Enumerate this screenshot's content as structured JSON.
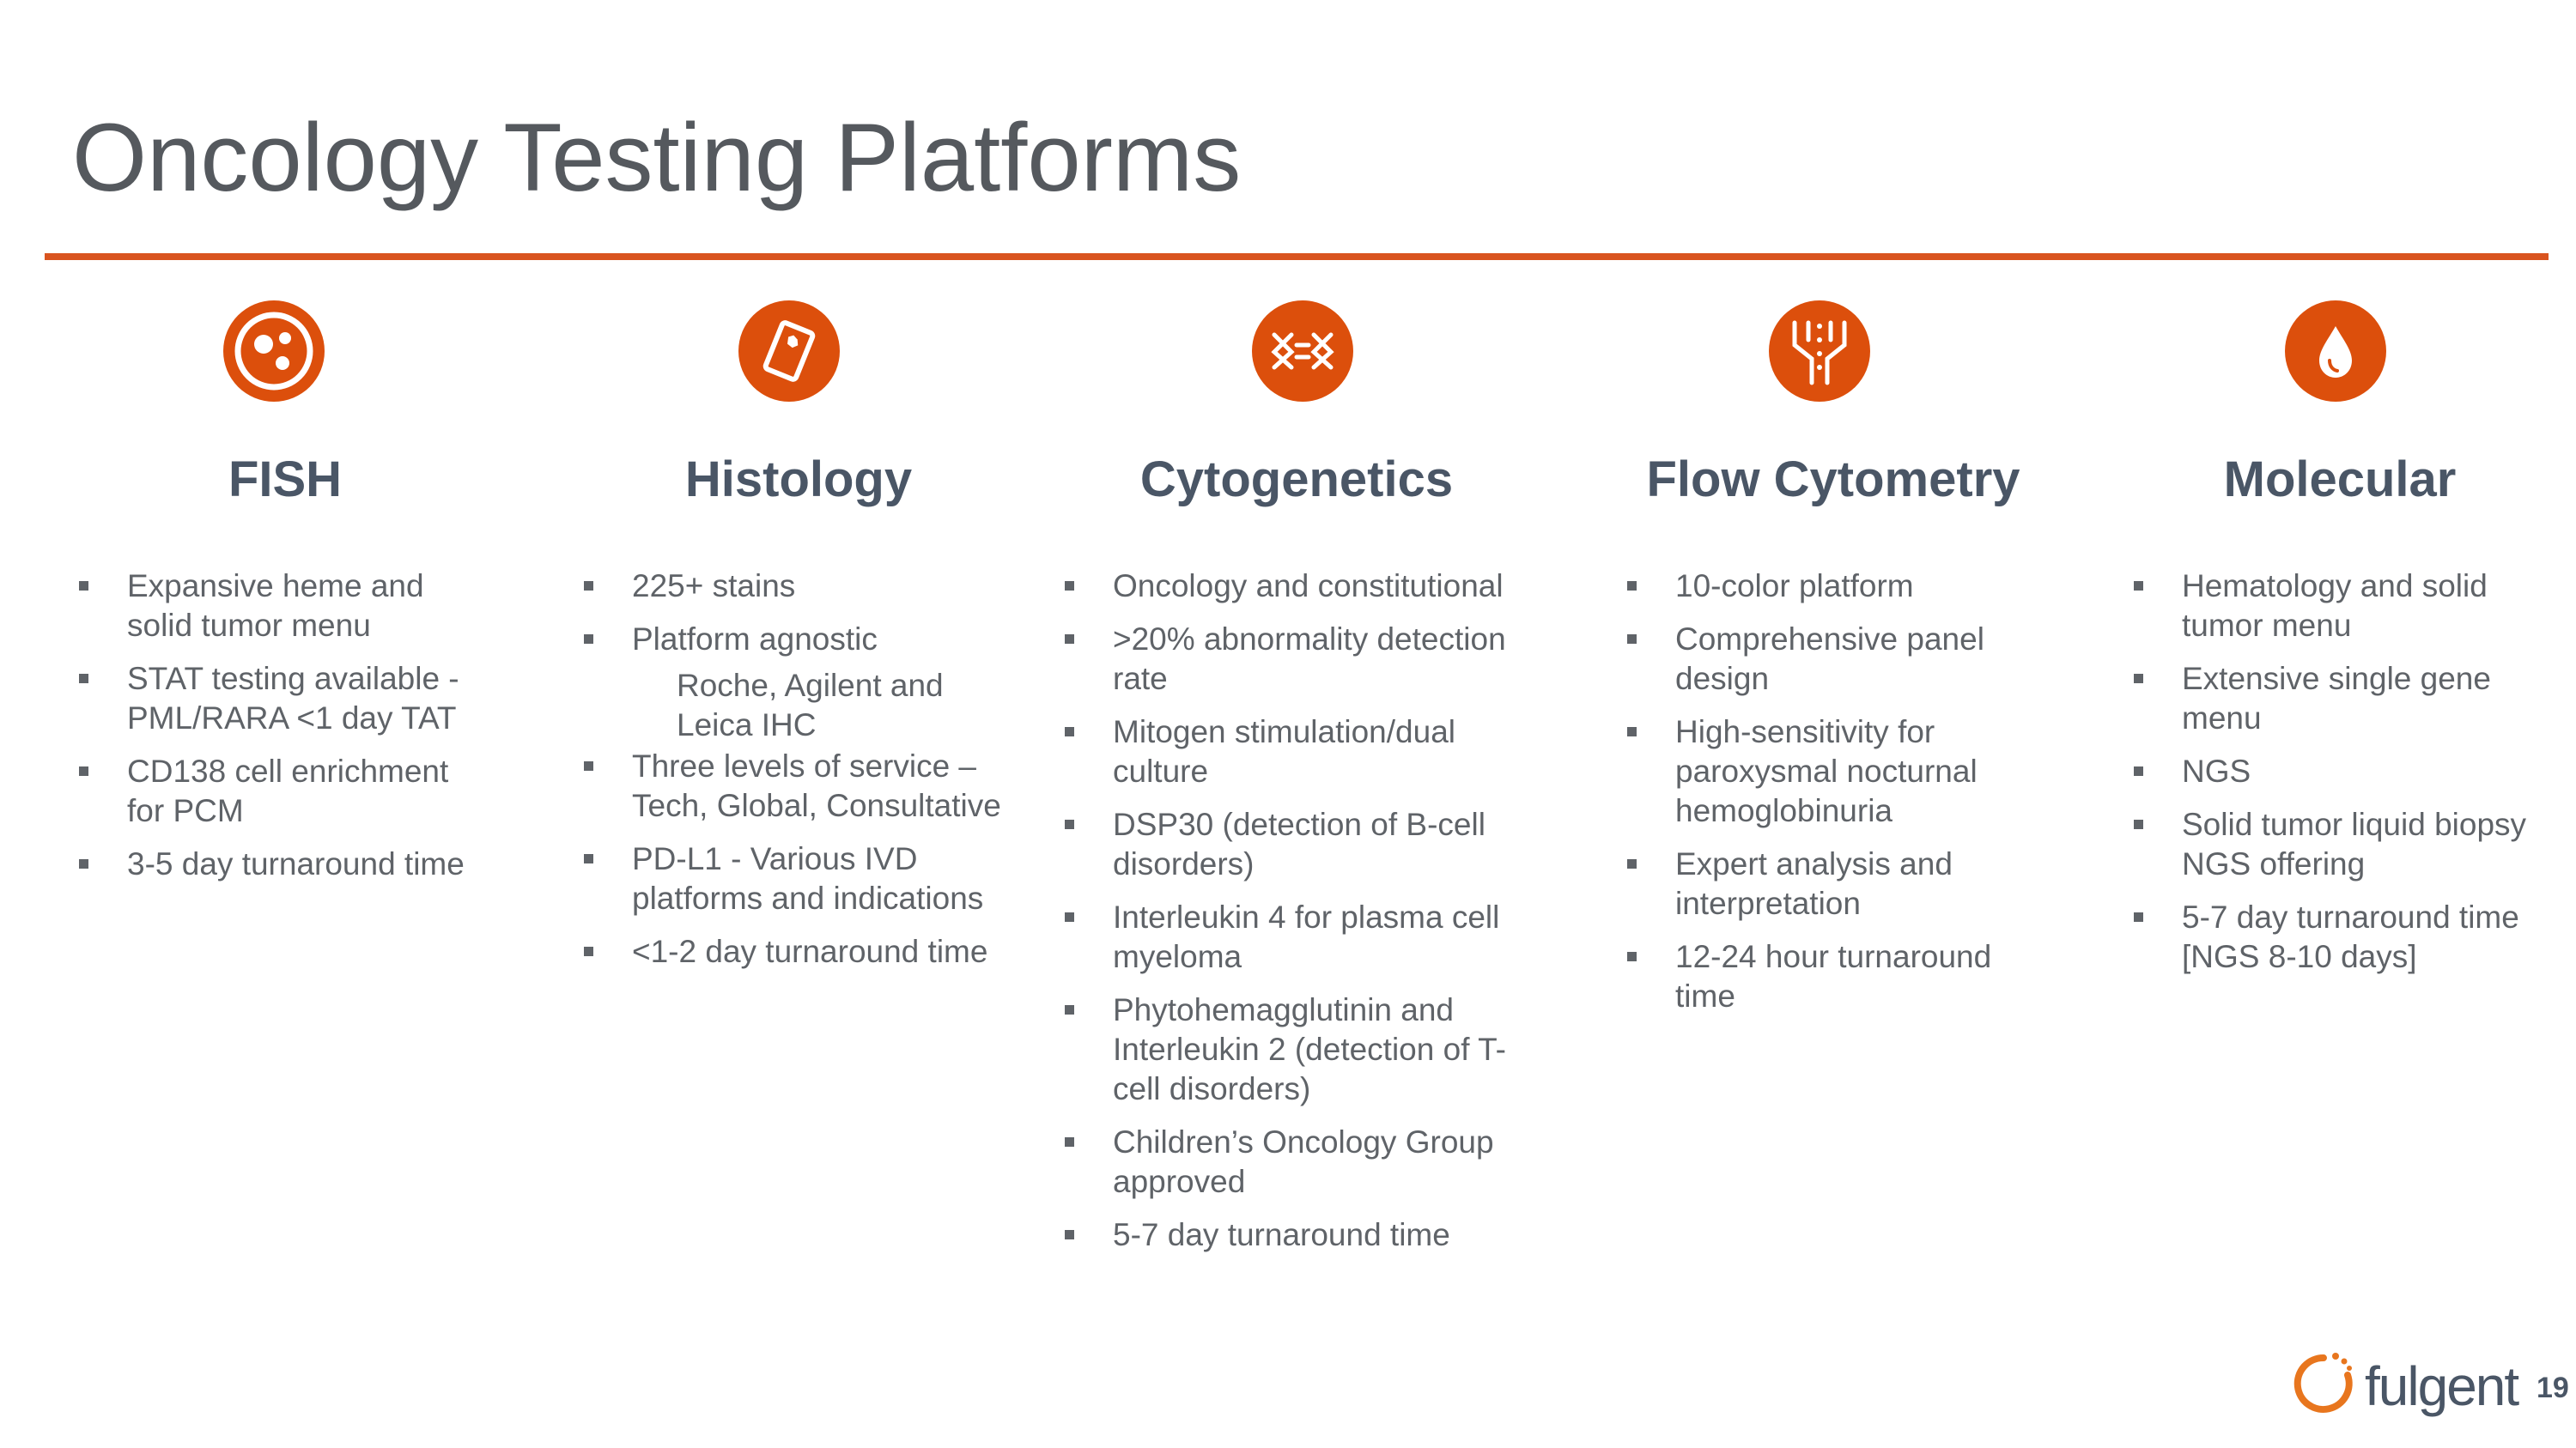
{
  "slide": {
    "title": "Oncology Testing Platforms",
    "page_number": "19",
    "accent_color": "#dc4f0c",
    "logo_text": "fulgent"
  },
  "columns": [
    {
      "title": "FISH",
      "icon": "cell-icon",
      "bullets": [
        "Expansive heme and solid tumor menu",
        "STAT testing available - PML/RARA <1 day TAT",
        "CD138 cell enrichment for PCM",
        "3-5 day turnaround time"
      ]
    },
    {
      "title": "Histology",
      "icon": "slide-icon",
      "bullets": [
        "225+ stains",
        "Platform agnostic",
        "Three levels of service – Tech, Global, Consultative",
        "PD-L1 - Various IVD platforms and indications",
        "<1-2 day turnaround time"
      ],
      "sub_item": "Roche, Agilent and Leica IHC"
    },
    {
      "title": "Cytogenetics",
      "icon": "chromosome-icon",
      "bullets": [
        "Oncology and constitutional",
        ">20% abnormality detection rate",
        "Mitogen stimulation/dual culture",
        "DSP30 (detection of B-cell disorders)",
        "Interleukin 4 for plasma cell myeloma",
        "Phytohemagglutinin and Interleukin 2 (detection of T-cell disorders)",
        "Children’s Oncology Group approved",
        "5-7 day turnaround time"
      ]
    },
    {
      "title": "Flow Cytometry",
      "icon": "flow-channels-icon",
      "bullets": [
        "10-color platform",
        "Comprehensive panel design",
        "High-sensitivity for paroxysmal nocturnal hemoglobinuria",
        "Expert analysis and interpretation",
        "12-24 hour turnaround time"
      ]
    },
    {
      "title": "Molecular",
      "icon": "droplet-icon",
      "bullets": [
        "Hematology and solid tumor menu",
        "Extensive single gene menu",
        "NGS",
        "Solid tumor liquid biopsy NGS offering",
        "5-7 day turnaround time [NGS 8-10 days]"
      ]
    }
  ]
}
